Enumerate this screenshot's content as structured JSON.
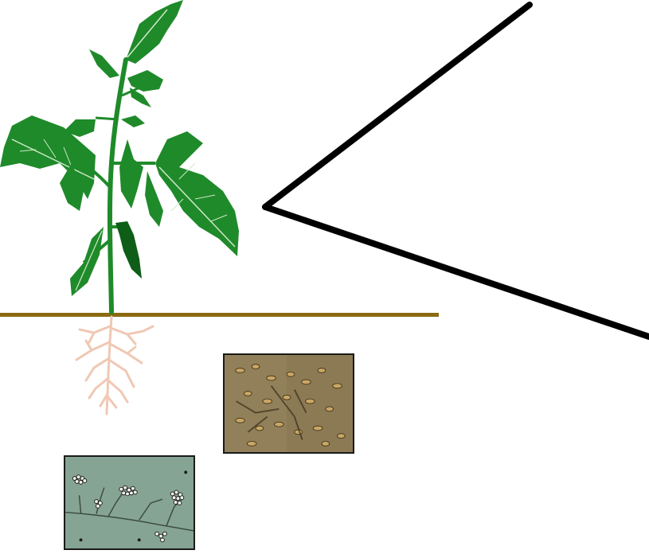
{
  "figure": {
    "type": "illustration",
    "elements": [
      "tomato-plant",
      "soil-line",
      "root-system",
      "callout-wedge",
      "micrograph-conidia",
      "micrograph-hyphae-spores"
    ]
  },
  "colors": {
    "leaf": "#1f8a2a",
    "leaf_dark": "#0f5e18",
    "vein": "#cfe9c9",
    "soil_line": "#8a6a12",
    "roots": "#f0c8b4",
    "callout": "#000000",
    "micro_top_bg": "#8c7a55",
    "micro_bottom_bg": "#86a493"
  }
}
